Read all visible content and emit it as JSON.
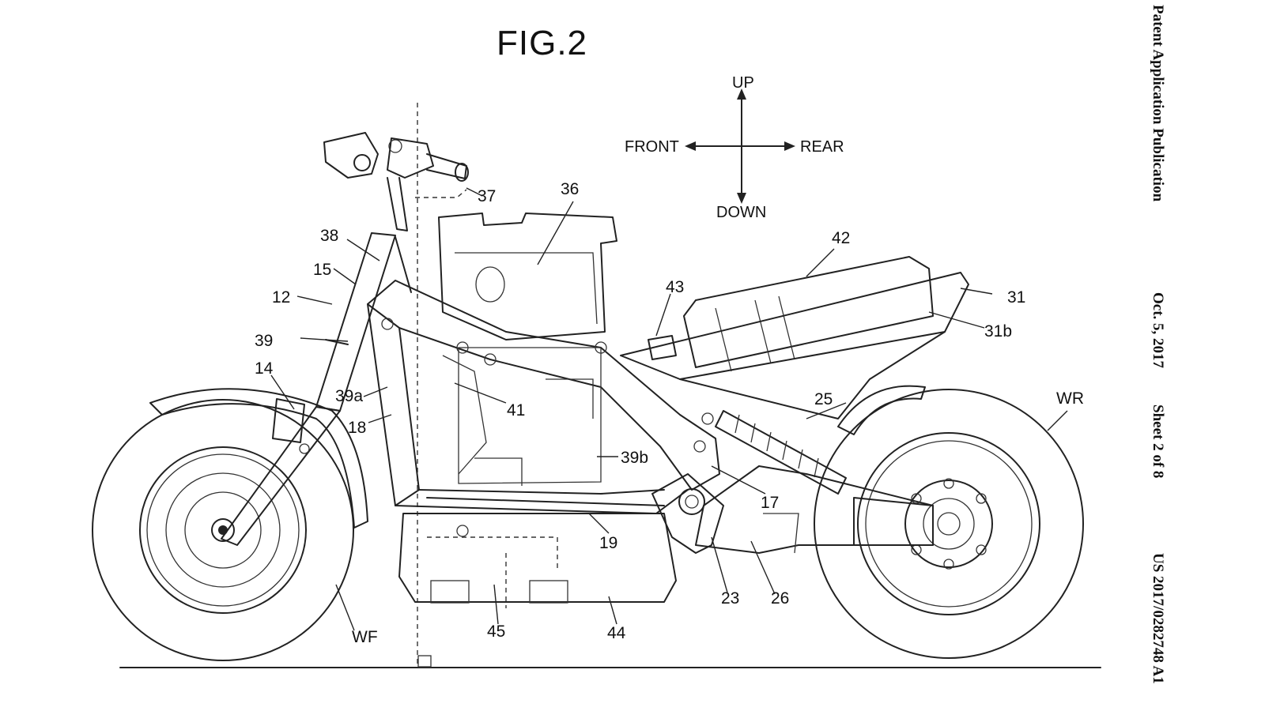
{
  "figure": {
    "title": "FIG.2"
  },
  "directions": {
    "up": "UP",
    "down": "DOWN",
    "front": "FRONT",
    "rear": "REAR"
  },
  "labels": {
    "l12": "12",
    "l14": "14",
    "l15": "15",
    "l17": "17",
    "l18": "18",
    "l19": "19",
    "l23": "23",
    "l25": "25",
    "l26": "26",
    "l31": "31",
    "l31b": "31b",
    "l36": "36",
    "l37": "37",
    "l38": "38",
    "l39": "39",
    "l39a": "39a",
    "l39b": "39b",
    "l41": "41",
    "l42": "42",
    "l43": "43",
    "l44": "44",
    "l45": "45",
    "wf": "WF",
    "wr": "WR"
  },
  "header": {
    "publication": "Patent Application Publication",
    "date": "Oct. 5, 2017",
    "sheet": "Sheet 2 of 8",
    "number": "US 2017/0282748 A1"
  }
}
